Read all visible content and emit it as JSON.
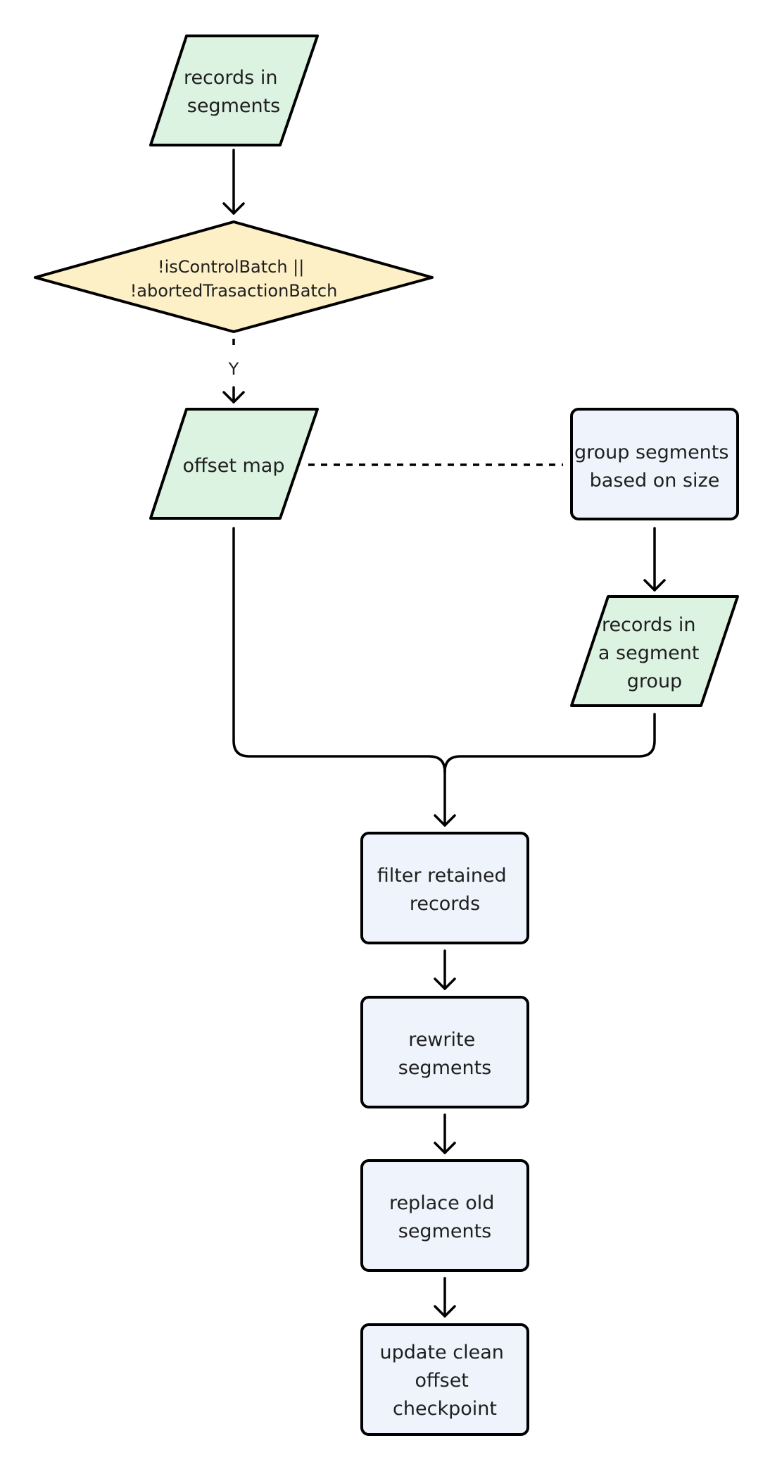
{
  "nodes": {
    "records_in_segments": {
      "lines": [
        "records in",
        "segments"
      ]
    },
    "decision": {
      "lines": [
        "!isControlBatch ||",
        "!abortedTrasactionBatch"
      ]
    },
    "offset_map": {
      "lines": [
        "offset map"
      ]
    },
    "group_segments": {
      "lines": [
        "group segments",
        "based on size"
      ]
    },
    "records_in_group": {
      "lines": [
        "records in",
        "a segment",
        "group"
      ]
    },
    "filter_retained": {
      "lines": [
        "filter retained",
        "records"
      ]
    },
    "rewrite_segments": {
      "lines": [
        "rewrite",
        "segments"
      ]
    },
    "replace_old": {
      "lines": [
        "replace old",
        "segments"
      ]
    },
    "update_checkpoint": {
      "lines": [
        "update clean",
        "offset",
        "checkpoint"
      ]
    }
  },
  "edges": {
    "decision_yes": "Y"
  },
  "colors": {
    "io_fill": "#dcf3e2",
    "decision_fill": "#fdefc6",
    "process_fill": "#eef3fc",
    "stroke": "#000000",
    "text": "#1f1f1f"
  }
}
